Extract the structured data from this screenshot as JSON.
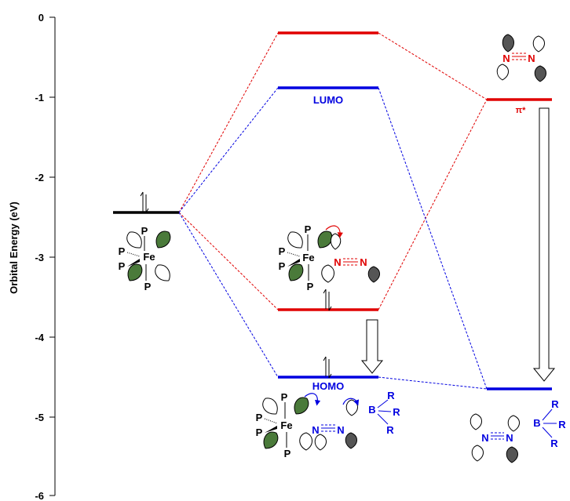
{
  "diagram": {
    "y_axis": {
      "label": "Orbital Energy (eV)",
      "ticks": [
        "0",
        "-1",
        "-2",
        "-3",
        "-4",
        "-5",
        "-6"
      ]
    },
    "levels": {
      "fe_level": {
        "color": "#000000"
      },
      "upper_red": {
        "color": "#e00000"
      },
      "lumo": {
        "label": "LUMO",
        "color": "#0000e0"
      },
      "lower_red": {
        "color": "#e00000"
      },
      "homo": {
        "label": "HOMO",
        "color": "#0000e0"
      },
      "pi_star": {
        "label": "π*",
        "color": "#e00000"
      },
      "boron_level": {
        "color": "#0000e0"
      }
    },
    "atoms": {
      "fe": "Fe",
      "p": "P",
      "n": "N",
      "b": "B",
      "r": "R"
    }
  }
}
